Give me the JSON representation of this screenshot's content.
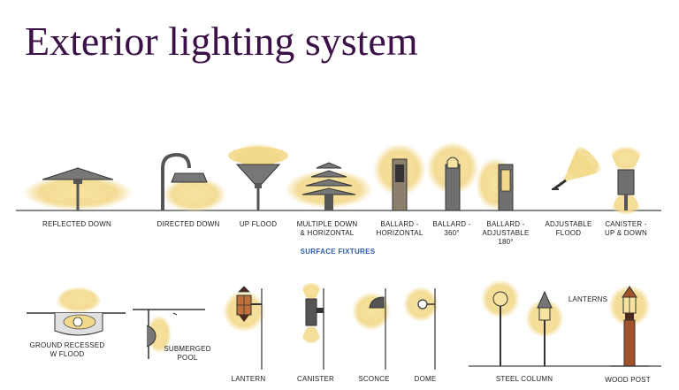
{
  "title": "Exterior lighting system",
  "section_label": "SURFACE FIXTURES",
  "colors": {
    "glow": "#f2d88a",
    "fixture": "#6f6f6f",
    "title": "#3a1046",
    "section": "#2a5db0"
  },
  "surface_fixtures": [
    {
      "label_lines": [
        "REFLECTED DOWN"
      ]
    },
    {
      "label_lines": [
        "DIRECTED DOWN"
      ]
    },
    {
      "label_lines": [
        "UP FLOOD"
      ]
    },
    {
      "label_lines": [
        "MULTIPLE DOWN",
        "& HORIZONTAL"
      ]
    },
    {
      "label_lines": [
        "BALLARD -",
        "HORIZONTAL"
      ]
    },
    {
      "label_lines": [
        "BALLARD -",
        "360°"
      ]
    },
    {
      "label_lines": [
        "BALLARD -",
        "ADJUSTABLE",
        "180°"
      ]
    },
    {
      "label_lines": [
        "ADJUSTABLE",
        "FLOOD"
      ]
    },
    {
      "label_lines": [
        "CANISTER -",
        "UP & DOWN"
      ]
    }
  ],
  "other_fixtures": [
    {
      "label_lines": [
        "GROUND RECESSED",
        "W FLOOD"
      ]
    },
    {
      "label_lines": [
        "SUBMERGED",
        "POOL"
      ]
    },
    {
      "label_lines": [
        "LANTERN"
      ]
    },
    {
      "label_lines": [
        "CANISTER"
      ]
    },
    {
      "label_lines": [
        "SCONCE"
      ]
    },
    {
      "label_lines": [
        "DOME"
      ]
    },
    {
      "label_lines": [
        "STEEL COLUMN"
      ]
    },
    {
      "label_lines": [
        "WOOD POST"
      ]
    }
  ],
  "lanterns_label": "LANTERNS"
}
